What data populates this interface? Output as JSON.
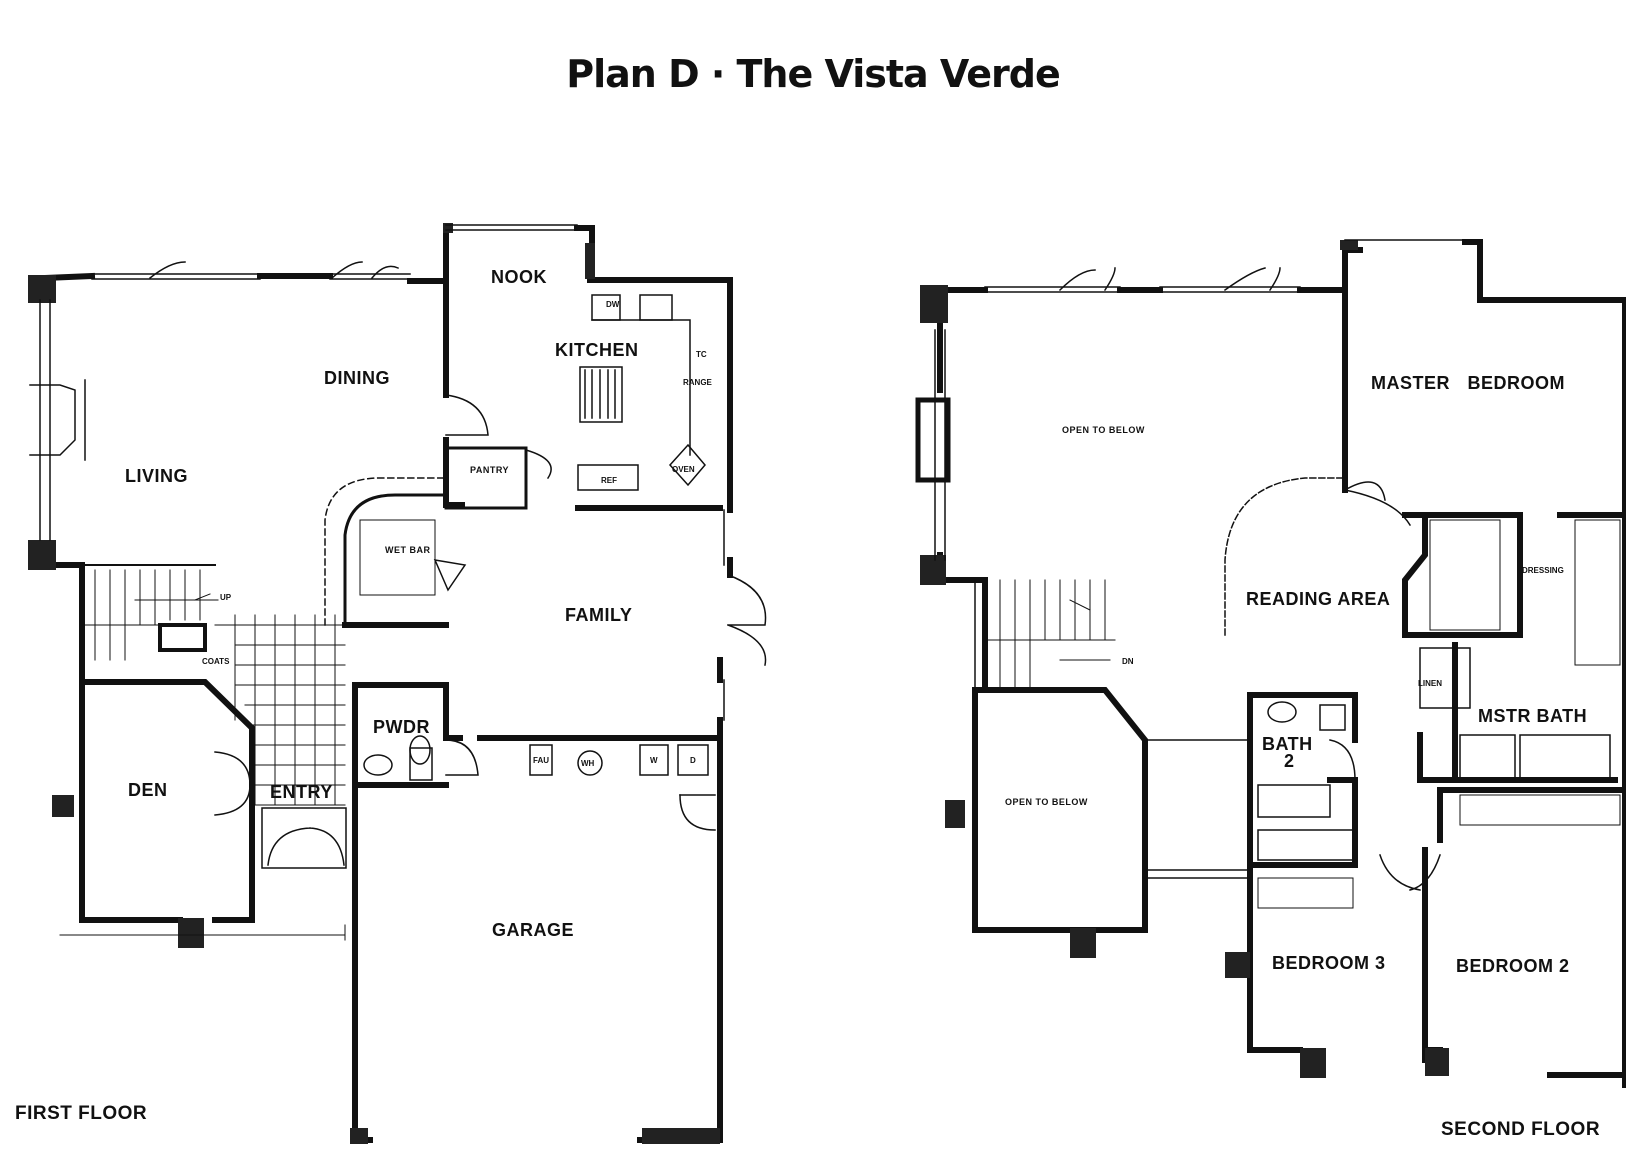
{
  "title": "Plan D · The Vista Verde",
  "first_floor": {
    "caption": "FIRST FLOOR",
    "rooms": {
      "nook": "NOOK",
      "kitchen": "KITCHEN",
      "dining": "DINING",
      "living": "LIVING",
      "pantry": "PANTRY",
      "wet_bar": "WET BAR",
      "family": "FAMILY",
      "pwdr": "PWDR",
      "den": "DEN",
      "entry": "ENTRY",
      "garage": "GARAGE",
      "coats": "COATS",
      "up": "UP"
    },
    "fixtures": {
      "dw": "DW",
      "tc": "TC",
      "range": "RANGE",
      "oven": "OVEN",
      "ref": "REF",
      "fau": "FAU",
      "wh": "WH",
      "washer": "W",
      "dryer": "D"
    }
  },
  "second_floor": {
    "caption": "SECOND FLOOR",
    "rooms": {
      "open_to_below_1": "OPEN TO BELOW",
      "open_to_below_2": "OPEN TO BELOW",
      "master_bedroom": "MASTER BEDROOM",
      "reading_area": "READING AREA",
      "dressing": "DRESSING",
      "linen": "LINEN",
      "mstr_bath": "MSTR BATH",
      "bath_2_line1": "BATH",
      "bath_2_line2": "2",
      "bedroom_3": "BEDROOM 3",
      "bedroom_2": "BEDROOM 2",
      "dn": "DN"
    }
  }
}
